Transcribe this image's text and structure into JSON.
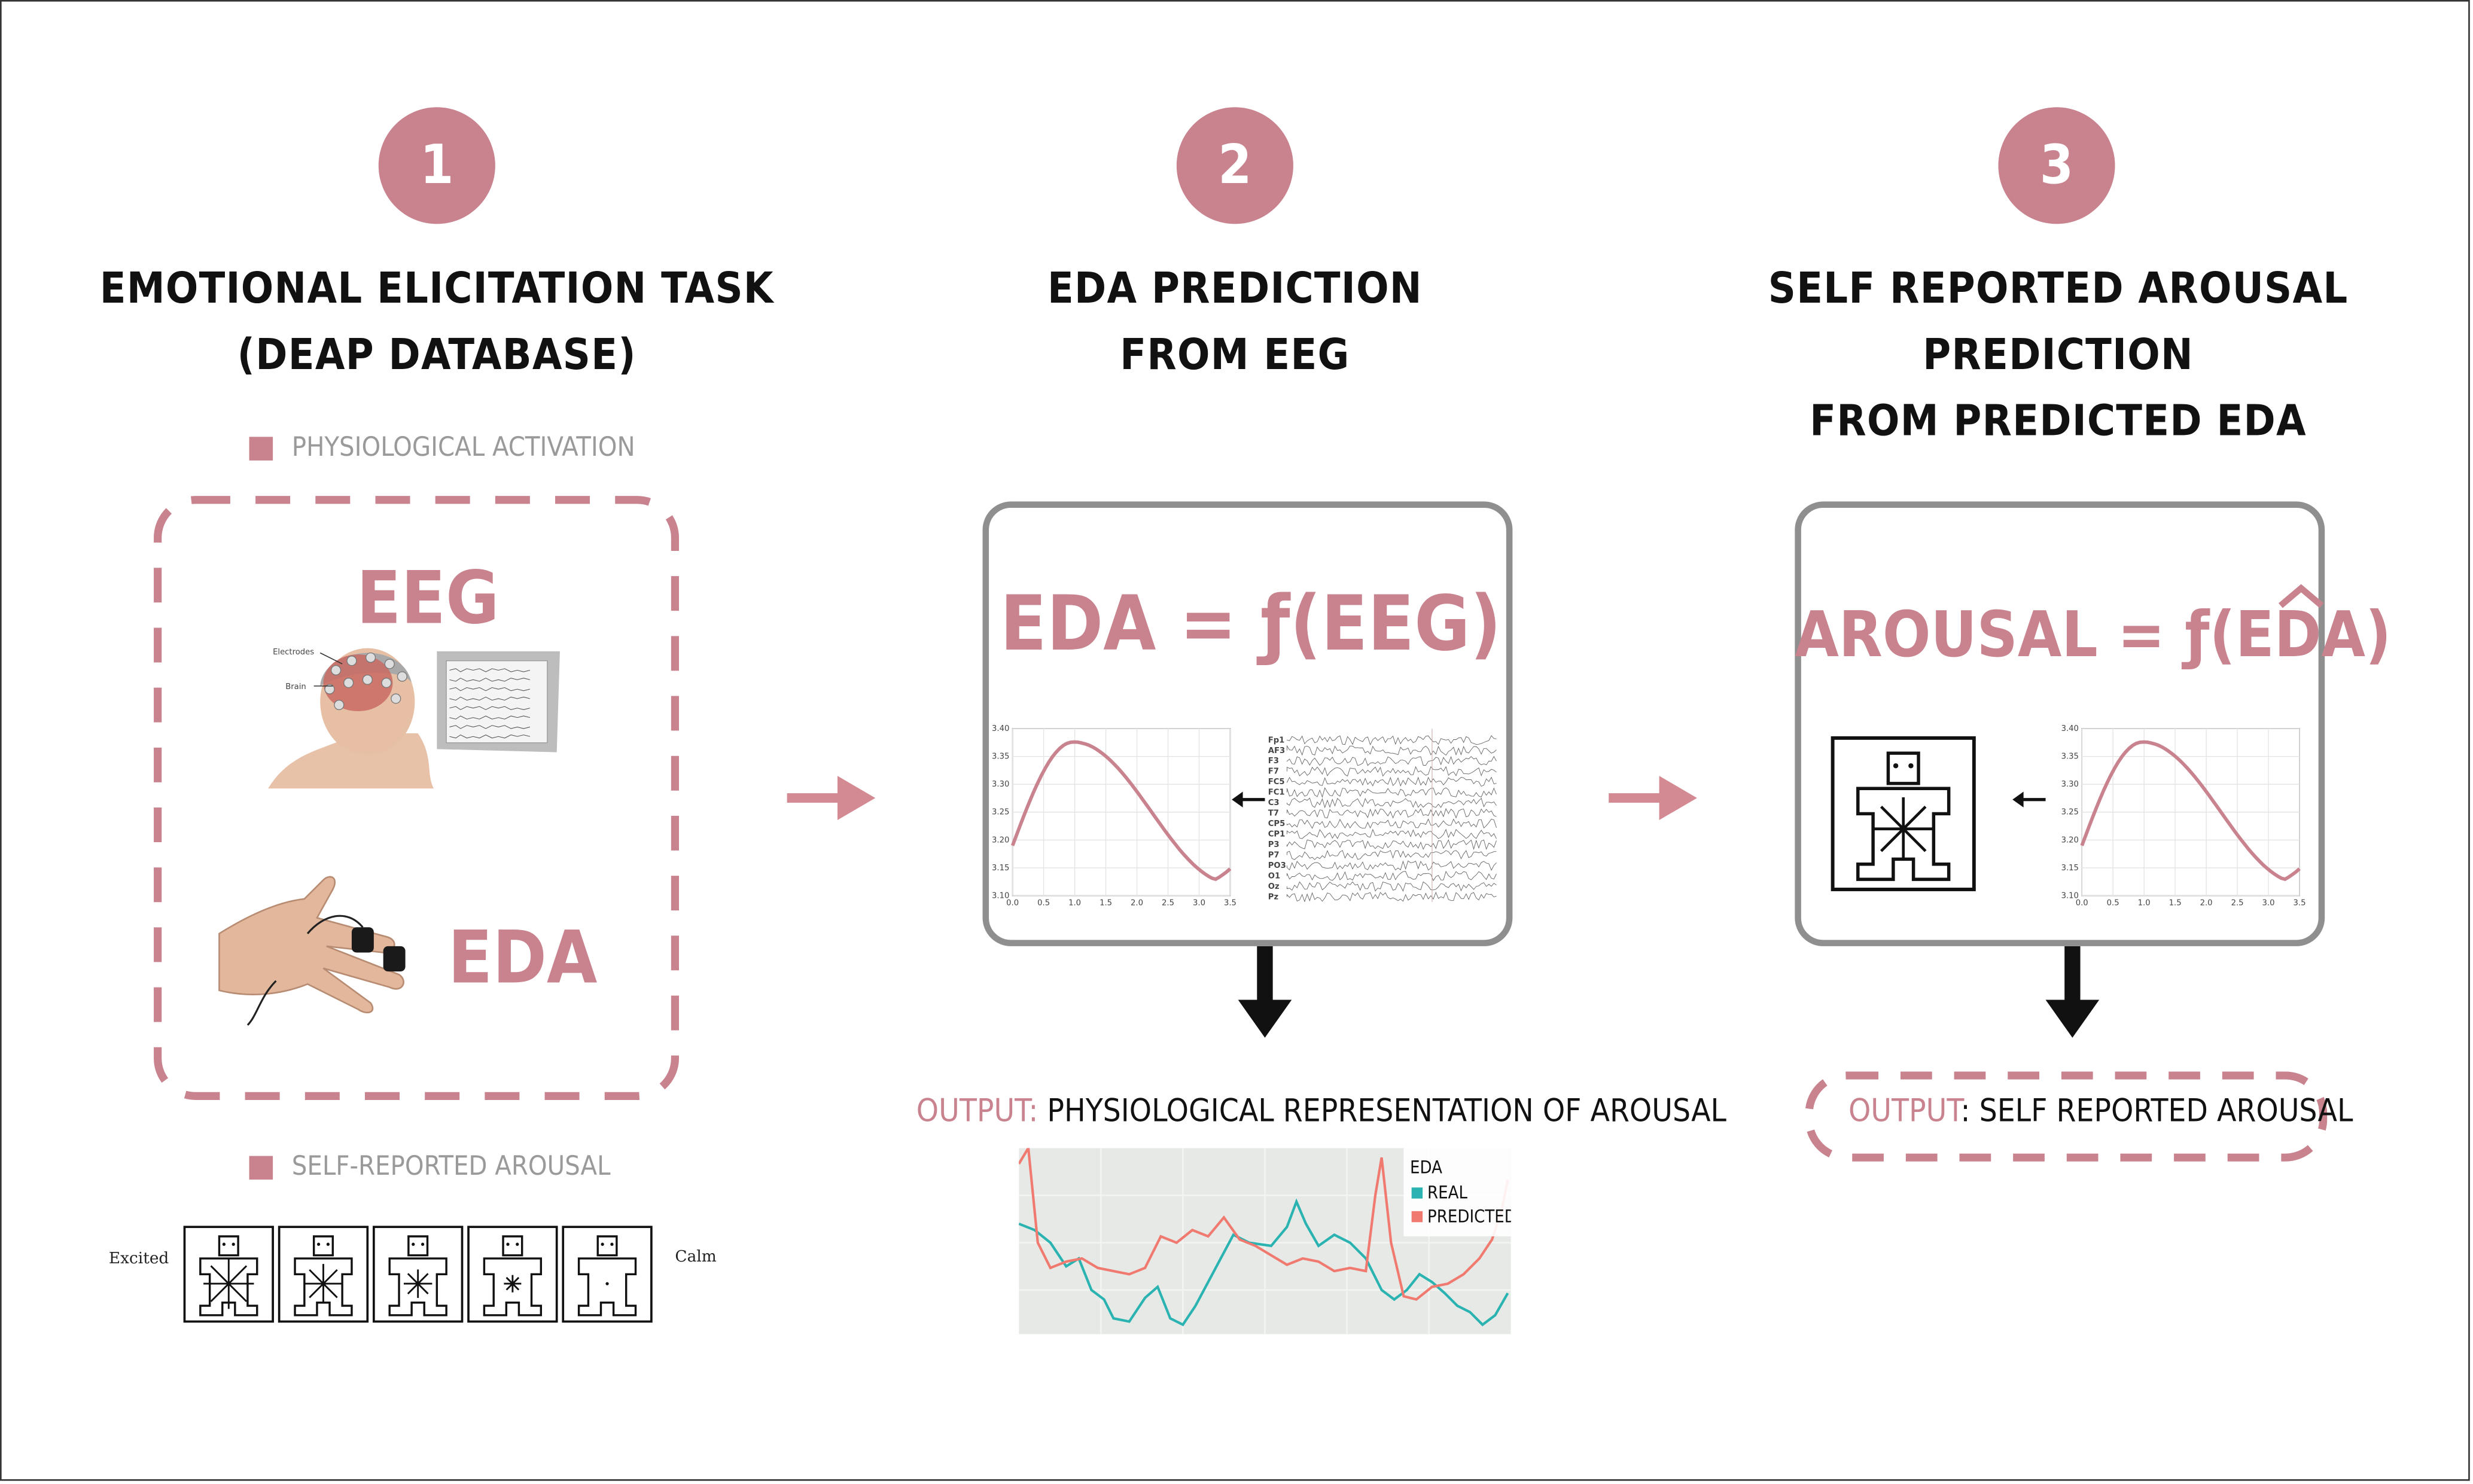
{
  "steps": [
    {
      "number": "1",
      "title_line1": "EMOTIONAL ELICITATION TASK",
      "title_line2": "(DEAP DATABASE)"
    },
    {
      "number": "2",
      "title_line1": "EDA PREDICTION",
      "title_line2": "FROM EEG"
    },
    {
      "number": "3",
      "title_line1": "SELF REPORTED AROUSAL PREDICTION",
      "title_line2": "FROM PREDICTED EDA"
    }
  ],
  "panel1": {
    "physio_label": "PHYSIOLOGICAL ACTIVATION",
    "eeg_label": "EEG",
    "eda_label": "EDA",
    "electrodes_label": "Electrodes",
    "brain_label": "Brain",
    "self_report_label": "SELF-REPORTED AROUSAL",
    "excited_label": "Excited",
    "calm_label": "Calm"
  },
  "panel2": {
    "formula": "EDA = ƒ(EEG)",
    "output_highlight": "OUTPUT:",
    "output_text": " PHYSIOLOGICAL REPRESENTATION OF AROUSAL",
    "eeg_channels": [
      "Fp1",
      "AF3",
      "F3",
      "F7",
      "FC5",
      "FC1",
      "C3",
      "T7",
      "CP5",
      "CP1",
      "P3",
      "P7",
      "PO3",
      "O1",
      "Oz",
      "Pz"
    ]
  },
  "panel3": {
    "formula_left": "AROUSAL = ƒ(",
    "formula_mid": "EDA",
    "formula_right": ")",
    "output_highlight": "OUTPUT",
    "output_text": ": SELF REPORTED AROUSAL"
  },
  "eda_chart": {
    "yticks": [
      "3.40",
      "3.35",
      "3.30",
      "3.25",
      "3.20",
      "3.15",
      "3.10"
    ],
    "xticks": [
      "0.0",
      "0.5",
      "1.0",
      "1.5",
      "2.0",
      "2.5",
      "3.0",
      "3.5"
    ]
  },
  "bottom_chart": {
    "legend_title": "EDA",
    "series_real": "REAL",
    "series_pred": "PREDICTED",
    "color_real": "#2ab3b1",
    "color_pred": "#f07a70"
  },
  "colors": {
    "accent": "#c9838f",
    "box_border": "#8f8f8f",
    "arrow_pink": "#d48a93"
  }
}
